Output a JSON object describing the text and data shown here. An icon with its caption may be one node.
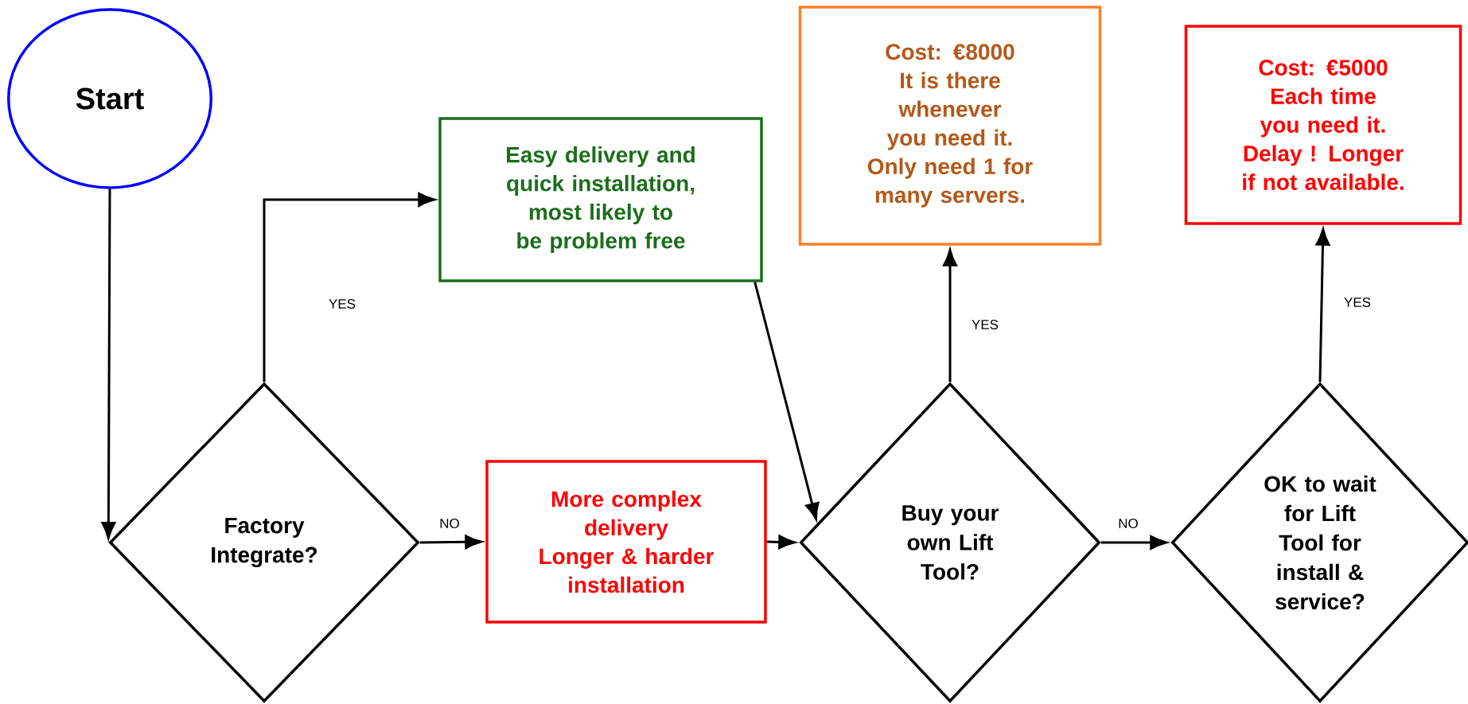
{
  "diagram": {
    "nodes": [
      {
        "text": [
          "Start"
        ]
      },
      {
        "text": [
          "Factory Integrate?"
        ]
      },
      {
        "text": [
          "Easy delivery and quick installation, most likely to be problem free"
        ]
      },
      {
        "text": [
          "More complex delivery",
          "Longer & harder installation"
        ]
      },
      {
        "text": [
          "Buy your own Lift Tool?"
        ]
      },
      {
        "text": [
          "Cost: €8000",
          "It is there whenever you need it.",
          "Only need 1 for many servers."
        ]
      },
      {
        "text": [
          "OK to wait for Lift Tool for install & service?"
        ]
      },
      {
        "text": [
          "Cost: €5000",
          "Each time you need it.",
          "Delay ! Longer if not available."
        ]
      }
    ],
    "edges": [
      {
        "from": 0,
        "to": 1,
        "arrow": "to"
      },
      {
        "from": 1,
        "to": 2,
        "arrow": "to",
        "label": "YES"
      },
      {
        "from": 1,
        "to": 3,
        "arrow": "to",
        "label": "NO"
      },
      {
        "from": 2,
        "to": 4,
        "arrow": "to"
      },
      {
        "from": 3,
        "to": 4,
        "arrow": "to"
      },
      {
        "from": 4,
        "to": 5,
        "arrow": "to",
        "label": "YES"
      },
      {
        "from": 4,
        "to": 6,
        "arrow": "to",
        "label": "NO"
      },
      {
        "from": 6,
        "to": 7,
        "arrow": "to",
        "label": "YES"
      }
    ]
  }
}
